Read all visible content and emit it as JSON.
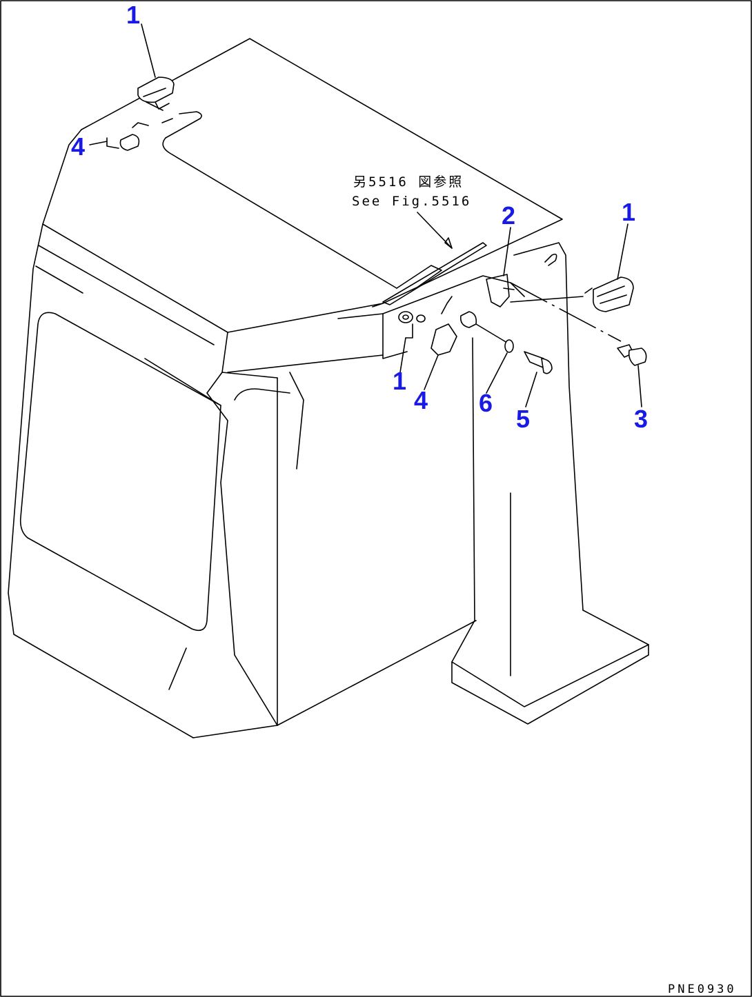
{
  "reference": {
    "japanese": "另5516 図参照",
    "english": "See Fig.5516"
  },
  "callouts": [
    {
      "id": "1",
      "text": "1"
    },
    {
      "id": "4",
      "text": "4"
    },
    {
      "id": "2",
      "text": "2"
    },
    {
      "id": "1",
      "text": "1"
    },
    {
      "id": "1",
      "text": "1"
    },
    {
      "id": "4",
      "text": "4"
    },
    {
      "id": "6",
      "text": "6"
    },
    {
      "id": "5",
      "text": "5"
    },
    {
      "id": "3",
      "text": "3"
    }
  ],
  "drawing_code": "PNE0930",
  "colors": {
    "callout": "#1a1ae6",
    "line": "#000000",
    "background": "#ffffff"
  }
}
